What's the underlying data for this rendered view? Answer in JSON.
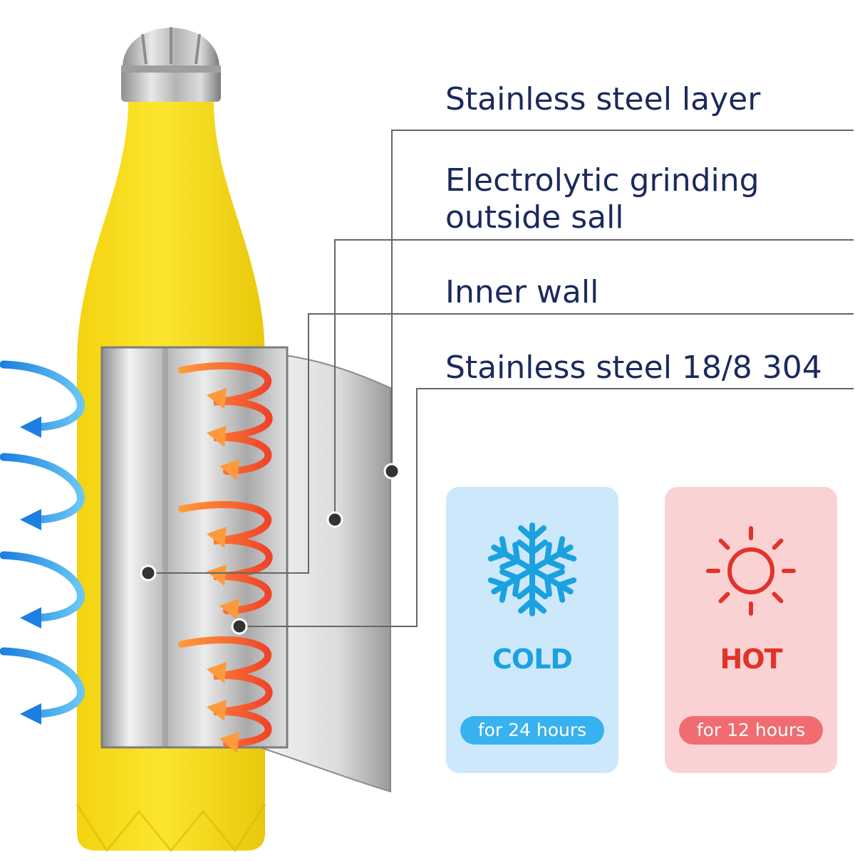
{
  "labels": [
    "Stainless steel layer",
    "Electrolytic grinding\noutside sall",
    "Inner wall",
    "Stainless steel 18/8 304"
  ],
  "cards": {
    "cold": {
      "title": "COLD",
      "subtitle": "for 24 hours",
      "icon": "snowflake-icon",
      "bg": "#cde8fb",
      "accent": "#1aa2e0"
    },
    "hot": {
      "title": "HOT",
      "subtitle": "for 12 hours",
      "icon": "sun-icon",
      "bg": "#fbd2d3",
      "accent": "#e2332b"
    }
  },
  "colors": {
    "bottle": "#f7df1e",
    "steel": "#c9c9c9",
    "heat_arrows": "#f26a2b",
    "cold_arrows": "#2b8ee0",
    "label_text": "#1b2a5c",
    "leader_lines": "#666666"
  }
}
